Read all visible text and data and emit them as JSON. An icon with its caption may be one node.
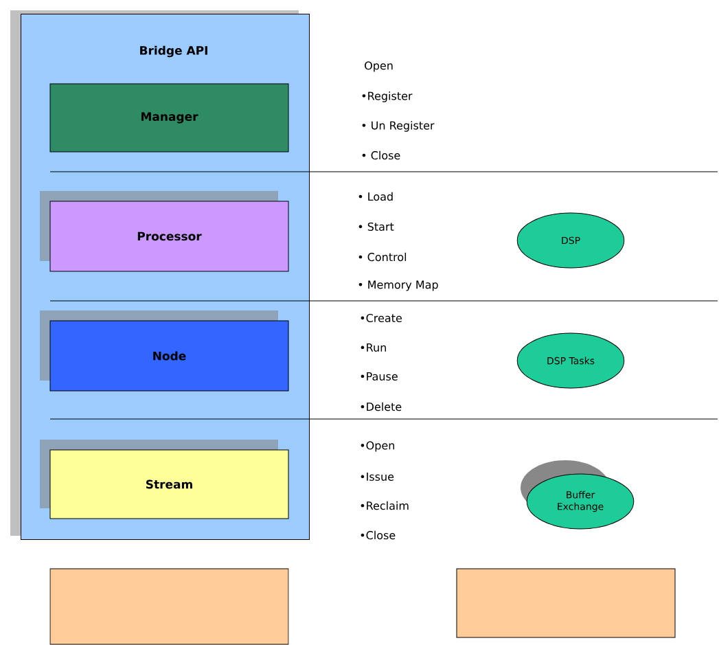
{
  "diagram": {
    "nodes": [
      {
        "text": [
          "Bridge API"
        ]
      },
      {
        "text": [
          "Manager"
        ],
        "in": 0
      },
      {
        "text": [
          "Processor"
        ],
        "in": 0
      },
      {
        "text": [
          "Node"
        ],
        "in": 0
      },
      {
        "text": [
          "Stream"
        ],
        "in": 0
      },
      {
        "text": [
          "DSP"
        ]
      },
      {
        "text": [
          "DSP Tasks"
        ]
      },
      {
        "text": [
          "Buffer Exchange"
        ]
      },
      {
        "text": [],
        "shape": "box"
      },
      {
        "text": [],
        "shape": "box"
      }
    ],
    "labels": [
      "Open",
      "•Register",
      "• Un Register",
      "• Close",
      "• Load",
      "• Start",
      "• Control",
      "• Memory Map",
      "•Create",
      "•Run",
      "•Pause",
      "•Delete",
      "•Open",
      "•Issue",
      "•Reclaim",
      "•Close"
    ]
  }
}
